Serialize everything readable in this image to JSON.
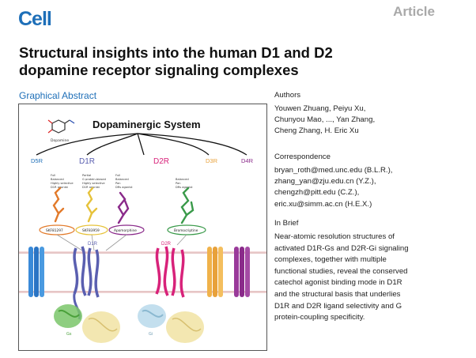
{
  "header": {
    "journal_logo": "Cell",
    "article_type": "Article"
  },
  "title": {
    "line1": "Structural insights into the human D1 and D2",
    "line2": "dopamine receptor signaling complexes"
  },
  "graphical_abstract": {
    "heading": "Graphical Abstract",
    "system_title": "Dopaminergic System",
    "dopamine_label": "Dopamine",
    "receptors": [
      "D5R",
      "D1R",
      "D2R",
      "D3R",
      "D4R"
    ],
    "ligands": [
      {
        "name": "SKF81297",
        "desc": [
          "Full",
          "Balanced",
          "Highly selective",
          "D1R agonist"
        ]
      },
      {
        "name": "SKF83959",
        "desc": [
          "Partial",
          "G protein-biased",
          "Highly selective",
          "D1R agonist"
        ]
      },
      {
        "name": "Apomorphine",
        "desc": [
          "Full",
          "Balanced",
          "Pan",
          "DRs agonist"
        ]
      },
      {
        "name": "Bromocriptine",
        "desc": [
          "Balanced",
          "Pan",
          "DRs agonist"
        ]
      }
    ],
    "complex_labels": {
      "d1r": "D1R",
      "d2r": "D2R",
      "gs": "Gs",
      "gi": "Gi"
    },
    "colors": {
      "d5r": "#1e6fb8",
      "d1r": "#5a5fb0",
      "d2r": "#d8227a",
      "d3r": "#e8a13a",
      "d4r": "#8a2a8a"
    }
  },
  "authors": {
    "heading": "Authors",
    "lines": [
      "Youwen Zhuang, Peiyu Xu,",
      "Chunyou Mao, ..., Yan Zhang,",
      "Cheng Zhang, H. Eric Xu"
    ]
  },
  "correspondence": {
    "heading": "Correspondence",
    "lines": [
      "bryan_roth@med.unc.edu (B.L.R.),",
      "zhang_yan@zju.edu.cn (Y.Z.),",
      "chengzh@pitt.edu (C.Z.),",
      "eric.xu@simm.ac.cn (H.E.X.)"
    ]
  },
  "in_brief": {
    "heading": "In Brief",
    "lines": [
      "Near-atomic resolution structures of",
      "activated D1R-Gs and D2R-Gi signaling",
      "complexes, together with multiple",
      "functional studies, reveal the conserved",
      "catechol agonist binding mode in D1R",
      "and the structural basis that underlies",
      "D1R and D2R ligand selectivity and G",
      "protein-coupling specificity."
    ]
  }
}
